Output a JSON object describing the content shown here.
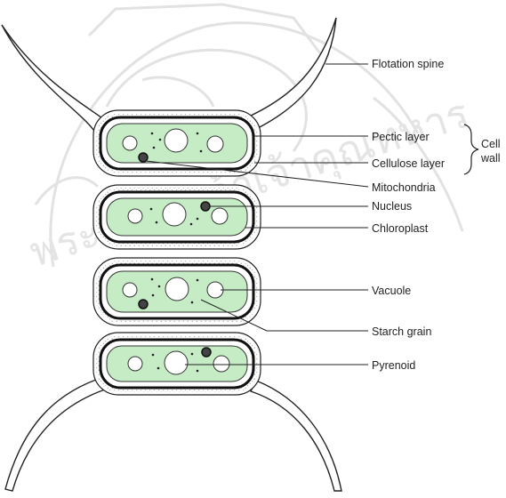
{
  "diagram": {
    "labels": {
      "flotation_spine": "Flotation spine",
      "pectic_layer": "Pectic layer",
      "cellulose_layer": "Cellulose layer",
      "cell_wall": "Cell\nwall",
      "mitochondria": "Mitochondria",
      "nucleus": "Nucleus",
      "chloroplast": "Chloroplast",
      "vacuole": "Vacuole",
      "starch_grain": "Starch grain",
      "pyrenoid": "Pyrenoid"
    },
    "watermark": {
      "text": "พระจอมเกล้าเจ้าคุณทหาร",
      "emblem": "university-seal"
    }
  },
  "colors": {
    "chloroplast_fill": "#c6ecc6",
    "line": "#222222",
    "watermark": "#e3e3e3"
  }
}
